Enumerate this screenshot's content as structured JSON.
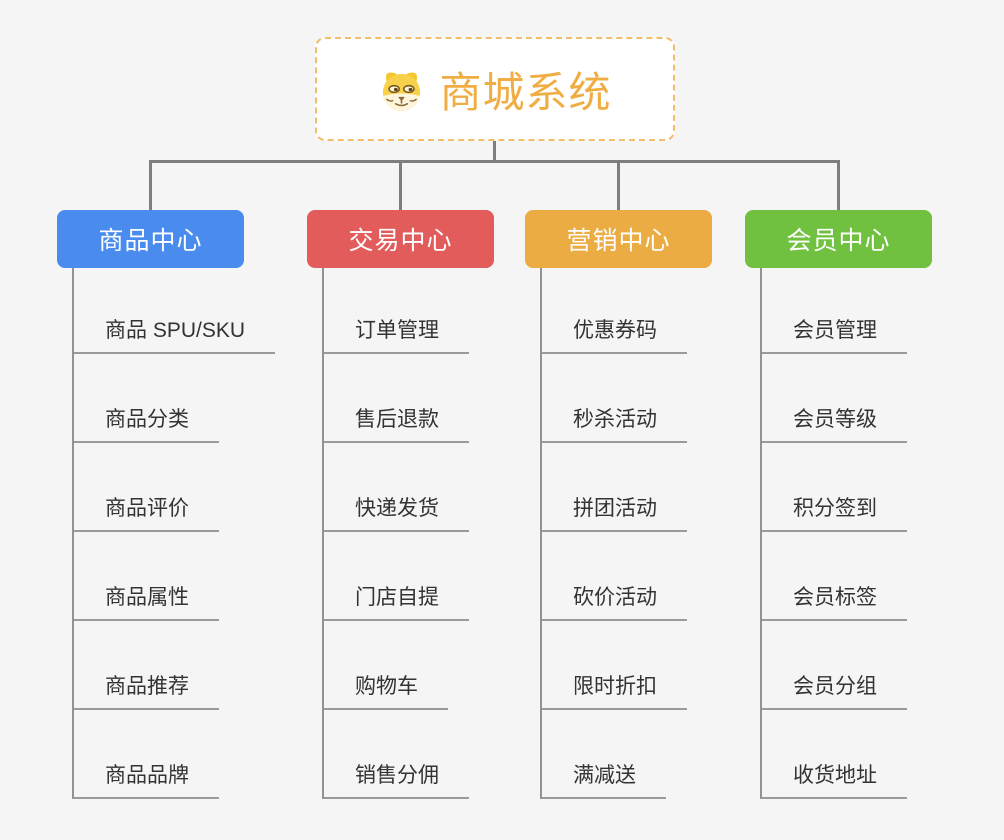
{
  "page": {
    "background_color": "#f5f5f6",
    "connector_color": "#7e7e7e",
    "line_color": "#9a9a9a",
    "child_text_color": "#333333"
  },
  "root": {
    "title": "商城系统",
    "title_color": "#f0ad43",
    "border_color": "#f2be6a",
    "icon": "shiba-dog-icon"
  },
  "branches": [
    {
      "label": "商品中心",
      "color": "#4a8cee",
      "children": [
        "商品 SPU/SKU",
        "商品分类",
        "商品评价",
        "商品属性",
        "商品推荐",
        "商品品牌"
      ]
    },
    {
      "label": "交易中心",
      "color": "#e25c5c",
      "children": [
        "订单管理",
        "售后退款",
        "快递发货",
        "门店自提",
        "购物车",
        "销售分佣"
      ]
    },
    {
      "label": "营销中心",
      "color": "#ecac44",
      "children": [
        "优惠券码",
        "秒杀活动",
        "拼团活动",
        "砍价活动",
        "限时折扣",
        "满减送"
      ]
    },
    {
      "label": "会员中心",
      "color": "#70c140",
      "children": [
        "会员管理",
        "会员等级",
        "积分签到",
        "会员标签",
        "会员分组",
        "收货地址"
      ]
    }
  ]
}
